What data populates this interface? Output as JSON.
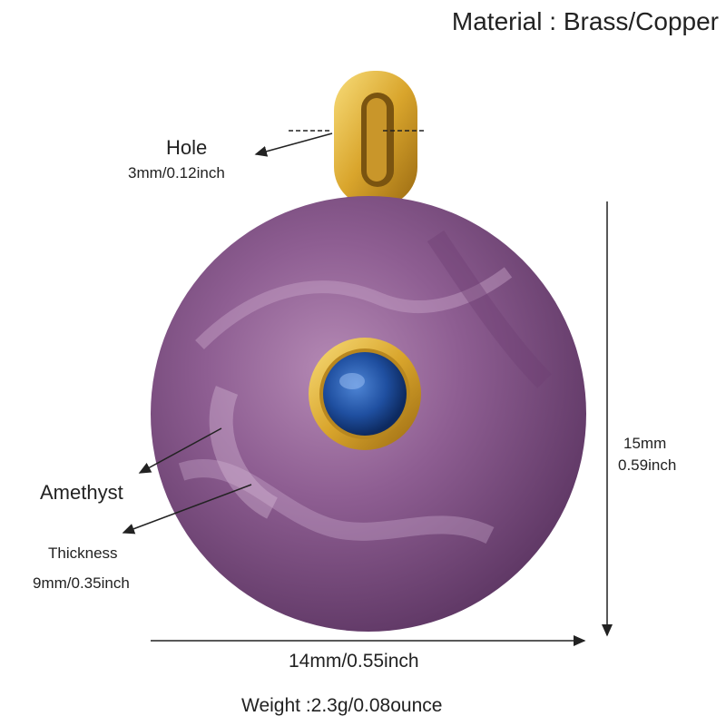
{
  "material": "Material : Brass/Copper",
  "hole": {
    "label": "Hole",
    "size": "3mm/0.12inch"
  },
  "stone": {
    "label": "Amethyst"
  },
  "thickness": {
    "label": "Thickness",
    "size": "9mm/0.35inch"
  },
  "height": {
    "mm": "15mm",
    "inch": "0.59inch"
  },
  "width": "14mm/0.55inch",
  "weight": "Weight :2.3g/0.08ounce",
  "colors": {
    "stone": "#8a5a8e",
    "gold": "#e2b23a",
    "gem": "#1f4fa0",
    "text": "#222222"
  },
  "icons": [
    "bail-loop",
    "amethyst-pendant",
    "blue-gem-setting",
    "arrow"
  ]
}
